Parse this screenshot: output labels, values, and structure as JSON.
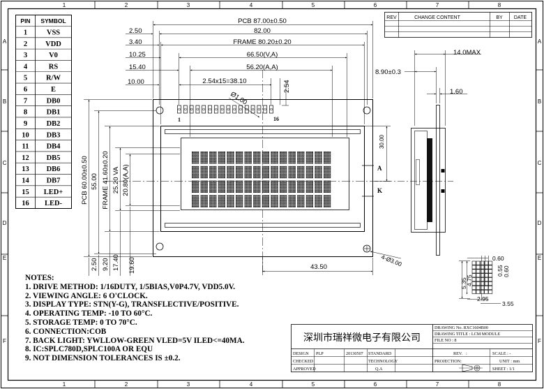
{
  "border": {
    "cols_top": [
      "1",
      "2",
      "3",
      "4",
      "5",
      "6",
      "7",
      "8"
    ],
    "cols_bottom": [
      "1",
      "2",
      "3",
      "4",
      "5",
      "6",
      "7",
      "8"
    ],
    "rows_left": [
      "A",
      "B",
      "C",
      "D",
      "E",
      "F"
    ],
    "rows_right": [
      "A",
      "B",
      "C",
      "D",
      "E",
      "F"
    ]
  },
  "pin_table": {
    "headers": [
      "PIN",
      "SYMBOL"
    ],
    "rows": [
      {
        "pin": "1",
        "symbol": "VSS"
      },
      {
        "pin": "2",
        "symbol": "VDD"
      },
      {
        "pin": "3",
        "symbol": "V0"
      },
      {
        "pin": "4",
        "symbol": "RS"
      },
      {
        "pin": "5",
        "symbol": "R/W"
      },
      {
        "pin": "6",
        "symbol": "E"
      },
      {
        "pin": "7",
        "symbol": "DB0"
      },
      {
        "pin": "8",
        "symbol": "DB1"
      },
      {
        "pin": "9",
        "symbol": "DB2"
      },
      {
        "pin": "10",
        "symbol": "DB3"
      },
      {
        "pin": "11",
        "symbol": "DB4"
      },
      {
        "pin": "12",
        "symbol": "DB5"
      },
      {
        "pin": "13",
        "symbol": "DB6"
      },
      {
        "pin": "14",
        "symbol": "DB7"
      },
      {
        "pin": "15",
        "symbol": "LED+"
      },
      {
        "pin": "16",
        "symbol": "LED-"
      }
    ]
  },
  "revision_table": {
    "rev": "REV",
    "change": "CHANGE CONTENT",
    "by": "BY",
    "date": "DATE"
  },
  "dims_top": {
    "pcb": "PCB  87.00±0.50",
    "w82": "82.00",
    "frame": "FRAME  80.20±0.20",
    "va": "66.50(V,A)",
    "aa": "56.20(A,A)",
    "pitch": "2.54x15=38.10",
    "hole": "Ø1.00",
    "pin_h": "2.54",
    "d250": "2.50",
    "d340": "3.40",
    "d1025": "10.25",
    "d1540": "15.40",
    "d1000": "10.00"
  },
  "dims_left": {
    "pcb": "PCB  60.00±0.50",
    "h55": "55.00",
    "frame": "FRAME  41.60±0.20",
    "va": "25.20  VA",
    "aa": "20.80(A,A)"
  },
  "dims_bottom": {
    "d250": "2.50",
    "d920": "9.20",
    "d1740": "17.40",
    "d1960": "19.60",
    "d4350": "43.50",
    "mount": "4-Ø3.00"
  },
  "pin_labels": {
    "first": "1",
    "last": "16"
  },
  "led_labels": {
    "a": "A",
    "k": "K"
  },
  "dims_right": {
    "d30": "30.00"
  },
  "side_view": {
    "d14": "14.0MAX",
    "d89": "8.90±0.3",
    "d16": "1.60"
  },
  "dot_detail": {
    "d060a": "0.60",
    "d055": "0.55",
    "d060b": "0.60",
    "d535": "5.35",
    "d475": "4.75",
    "d295": "2.95",
    "d355": "3.55"
  },
  "notes": {
    "title": "NOTES:",
    "items": [
      "1. DRIVE METHOD: 1/16DUTY, 1/5BIAS,V0P4.7V, VDD5.0V.",
      "2. VIEWING ANGLE: 6 O'CLOCK.",
      "3. DISPLAY TYPE: STN(Y-G), TRANSFLECTIVE/POSITIVE.",
      "4. OPERATING TEMP: -10 TO 60°C.",
      "5. STORAGE TEMP: 0 TO 70°C.",
      "6. CONNECTION:COB",
      "7. BACK LIGHT: YWLLOW-GREEN VLED=5V ILED<=40MA.",
      "8. IC:SPLC780D,SPLC100A OR EQU",
      "9. NOT DIMENSION TOLERANCES IS ±0.2."
    ]
  },
  "title_block": {
    "company": "深圳市瑞祥微电子有限公司",
    "drawing_no": "DRAWING No.  RXC1604B00",
    "drawing_title": "DRAWING TITLE : LCM MODULE",
    "file_no": "FILE NO : 8",
    "design": "DESIGN",
    "design_by": "PLP",
    "date": "20130507",
    "standard": "STANDARD",
    "checked": "CHECKED",
    "technology": "TECHNOLOGY",
    "approved": "APPROVED",
    "qa": "Q.A",
    "rev": "REV.",
    "rev_val": ":",
    "scale": "SCALE : -",
    "projection": "PROJECTION:",
    "unit": "UNIT : mm",
    "sheet": "SHEET : 1/1"
  }
}
